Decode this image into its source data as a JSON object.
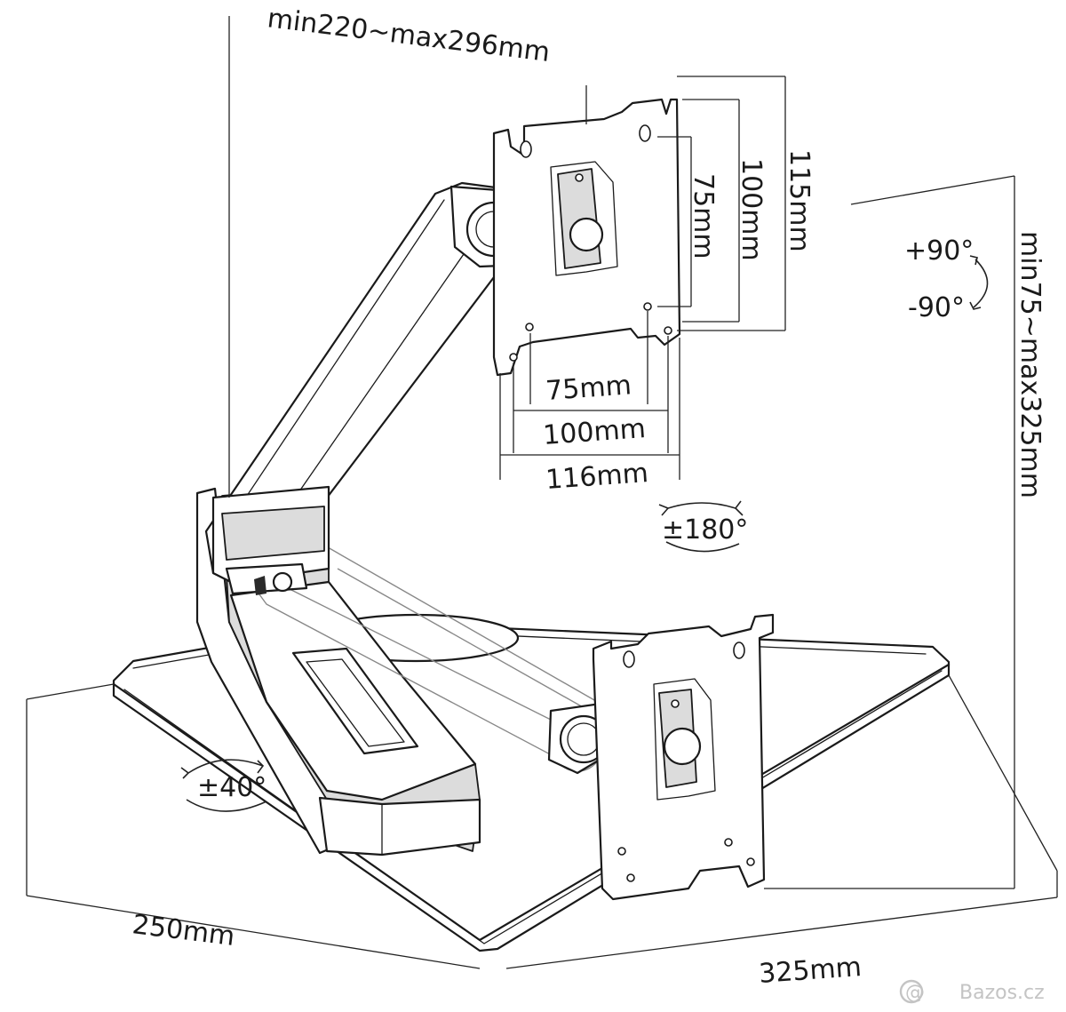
{
  "dimensions": {
    "arm_depth": "min220~max296mm",
    "vesa_v_75": "75mm",
    "vesa_v_100": "100mm",
    "vesa_v_115": "115mm",
    "vesa_h_75": "75mm",
    "vesa_h_100": "100mm",
    "vesa_h_116": "116mm",
    "height_range": "min75~max325mm",
    "base_depth": "250mm",
    "base_width": "325mm"
  },
  "rotations": {
    "tilt_up": "+90°",
    "tilt_down": "-90°",
    "swivel": "±180°",
    "base_swivel": "±40°"
  },
  "watermark": {
    "text": "Bazos.cz"
  }
}
